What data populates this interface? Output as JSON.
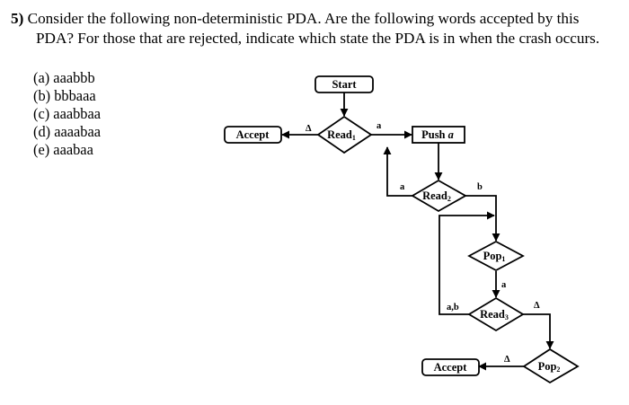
{
  "question": {
    "number": "5)",
    "line1": "Consider the following non-deterministic PDA. Are the following words accepted by this",
    "line2": "PDA?  For those that are rejected, indicate which state the PDA is in when the crash occurs."
  },
  "options": [
    "(a) aaabbb",
    "(b) bbbaaa",
    "(c) aaabbaa",
    "(d) aaaabaa",
    "(e) aaabaa"
  ],
  "diagram": {
    "start": "Start",
    "accept1": "Accept",
    "read1": {
      "name": "Read",
      "sub": "1"
    },
    "push": {
      "name": "Push",
      "sym": "a"
    },
    "read2": {
      "name": "Read",
      "sub": "2"
    },
    "pop1": {
      "name": "Pop",
      "sub": "1"
    },
    "read3": {
      "name": "Read",
      "sub": "3"
    },
    "pop2": {
      "name": "Pop",
      "sub": "2"
    },
    "accept2": "Accept",
    "edges": {
      "read1_accept": "Δ",
      "read1_push": "a",
      "read2_read1": "a",
      "read2_pop1": "b",
      "pop1_read3": "a",
      "read3_loop": "a,b",
      "read3_pop2": "Δ",
      "pop2_accept": "Δ"
    }
  }
}
